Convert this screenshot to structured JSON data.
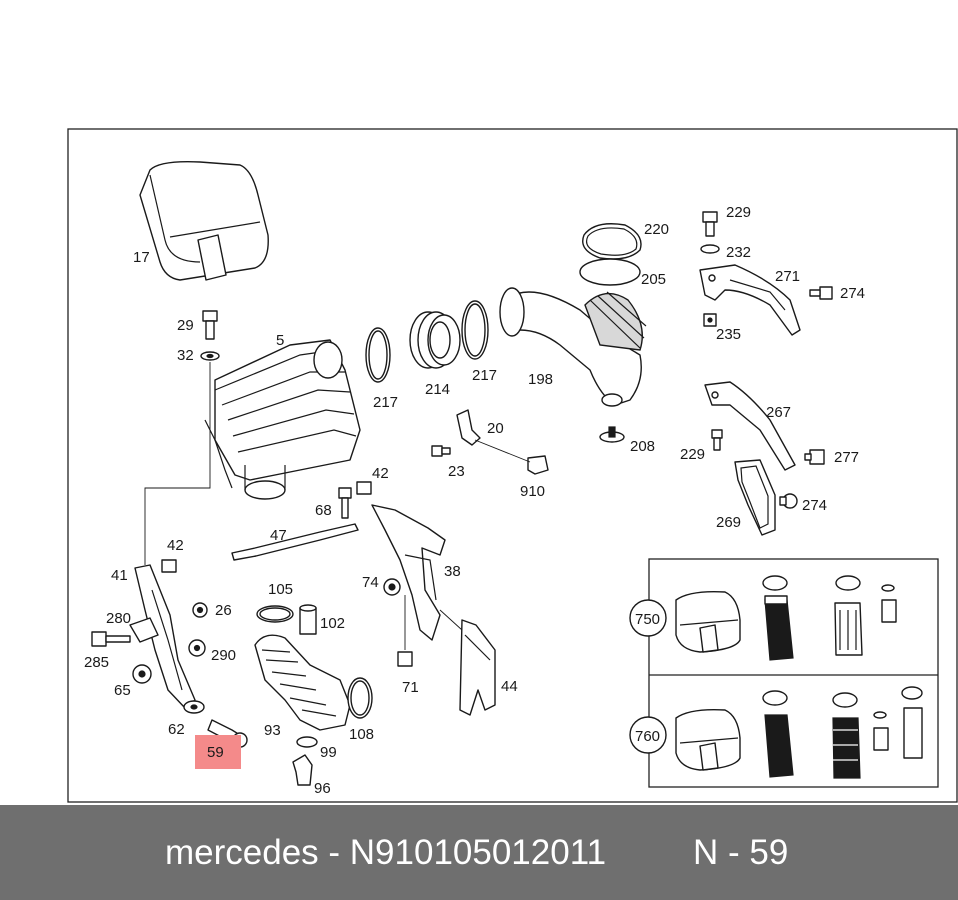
{
  "footer": {
    "brand_part": "mercedes - N910105012011",
    "ref": "N - 59"
  },
  "highlight_color": "#f48a8a",
  "callouts": [
    {
      "id": "17",
      "text": "17"
    },
    {
      "id": "29a",
      "text": "29"
    },
    {
      "id": "32",
      "text": "32"
    },
    {
      "id": "5",
      "text": "5"
    },
    {
      "id": "217a",
      "text": "217"
    },
    {
      "id": "214",
      "text": "214"
    },
    {
      "id": "217b",
      "text": "217"
    },
    {
      "id": "198",
      "text": "198"
    },
    {
      "id": "220",
      "text": "220"
    },
    {
      "id": "205",
      "text": "205"
    },
    {
      "id": "229a",
      "text": "229"
    },
    {
      "id": "232",
      "text": "232"
    },
    {
      "id": "271",
      "text": "271"
    },
    {
      "id": "274a",
      "text": "274"
    },
    {
      "id": "235",
      "text": "235"
    },
    {
      "id": "20",
      "text": "20"
    },
    {
      "id": "23",
      "text": "23"
    },
    {
      "id": "910",
      "text": "910"
    },
    {
      "id": "208",
      "text": "208"
    },
    {
      "id": "267",
      "text": "267"
    },
    {
      "id": "229b",
      "text": "229"
    },
    {
      "id": "277",
      "text": "277"
    },
    {
      "id": "269",
      "text": "269"
    },
    {
      "id": "274b",
      "text": "274"
    },
    {
      "id": "42a",
      "text": "42"
    },
    {
      "id": "68",
      "text": "68"
    },
    {
      "id": "47",
      "text": "47"
    },
    {
      "id": "38",
      "text": "38"
    },
    {
      "id": "74",
      "text": "74"
    },
    {
      "id": "71",
      "text": "71"
    },
    {
      "id": "44",
      "text": "44"
    },
    {
      "id": "42b",
      "text": "42"
    },
    {
      "id": "41",
      "text": "41"
    },
    {
      "id": "26",
      "text": "26"
    },
    {
      "id": "280",
      "text": "280"
    },
    {
      "id": "290",
      "text": "290"
    },
    {
      "id": "285",
      "text": "285"
    },
    {
      "id": "65",
      "text": "65"
    },
    {
      "id": "62",
      "text": "62"
    },
    {
      "id": "59",
      "text": "59"
    },
    {
      "id": "105",
      "text": "105"
    },
    {
      "id": "102",
      "text": "102"
    },
    {
      "id": "93",
      "text": "93"
    },
    {
      "id": "108",
      "text": "108"
    },
    {
      "id": "99",
      "text": "99"
    },
    {
      "id": "96",
      "text": "96"
    },
    {
      "id": "750",
      "text": "750"
    },
    {
      "id": "760",
      "text": "760"
    }
  ]
}
